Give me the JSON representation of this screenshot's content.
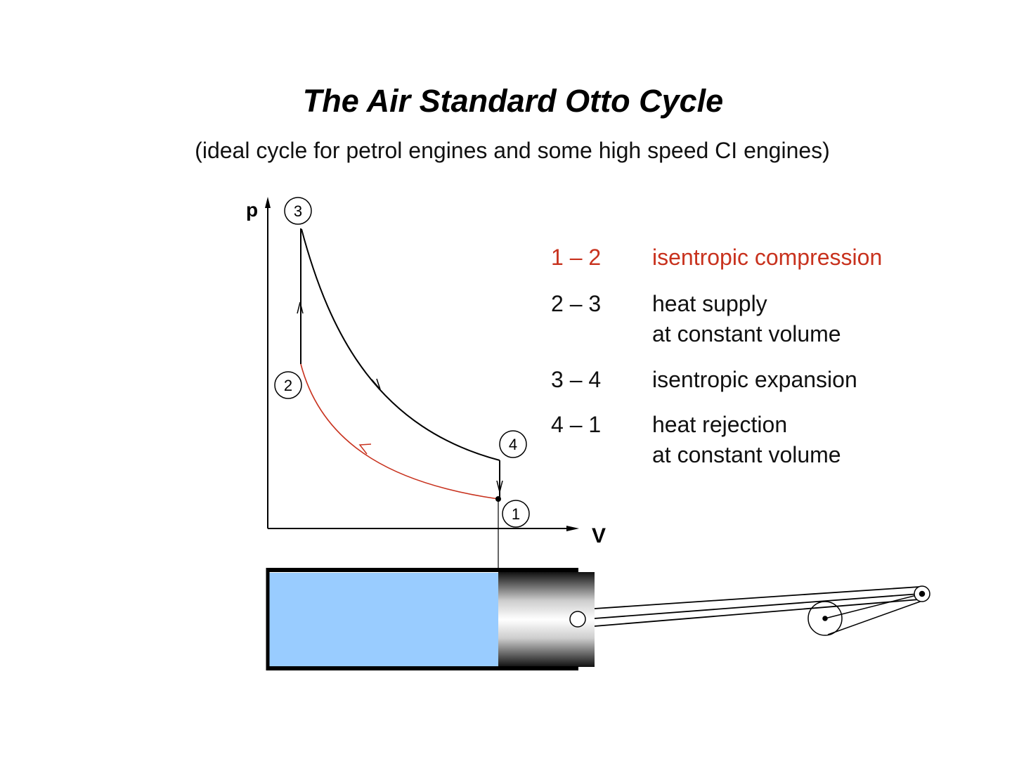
{
  "title": "The Air Standard Otto Cycle",
  "subtitle": "(ideal cycle for petrol engines and some high speed CI engines)",
  "diagram": {
    "y_axis_label": "p",
    "x_axis_label": "V",
    "state_points": [
      "1",
      "2",
      "3",
      "4"
    ]
  },
  "processes": [
    {
      "range": "1 – 2",
      "lines": [
        "isentropic compression"
      ],
      "color": "#c8321e"
    },
    {
      "range": "2 – 3",
      "lines": [
        "heat supply",
        "at constant volume"
      ],
      "color": "#111111"
    },
    {
      "range": "3 – 4",
      "lines": [
        "isentropic expansion"
      ],
      "color": "#111111"
    },
    {
      "range": "4 – 1",
      "lines": [
        "heat rejection",
        "at constant volume"
      ],
      "color": "#111111"
    }
  ],
  "colors": {
    "compression": "#c8321e",
    "gas": "#99ccff"
  }
}
